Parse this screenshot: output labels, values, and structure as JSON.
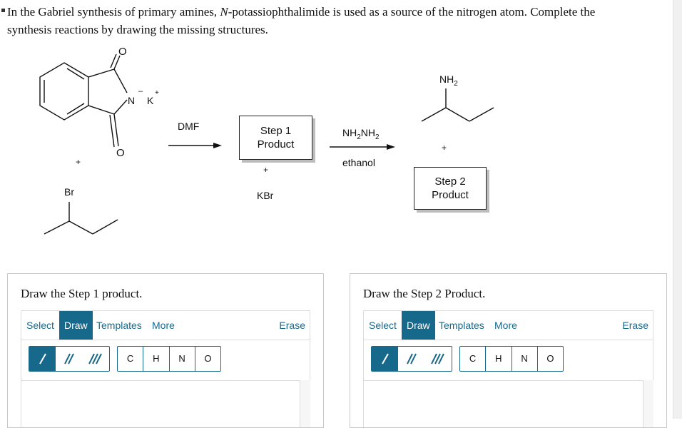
{
  "question": {
    "line1_pre": "In the Gabriel synthesis of primary amines, ",
    "line1_em": "N",
    "line1_post": "-potassiophthalimide is used as a source of the nitrogen atom. Complete the",
    "line2": "synthesis reactions by drawing the missing structures."
  },
  "scheme": {
    "phthalimide": {
      "o_top": "O",
      "o_bottom": "O",
      "n": "N",
      "minus": "–",
      "k": "K",
      "plus": "+"
    },
    "plus1": "+",
    "br": "Br",
    "reagent1": "DMF",
    "step1_line1": "Step 1",
    "step1_line2": "Product",
    "plus2": "+",
    "kbr": "KBr",
    "reagent2_main": "NH",
    "reagent2_sub1": "2",
    "reagent2_mid": "NH",
    "reagent2_sub2": "2",
    "reagent2_solvent": "ethanol",
    "amine_nh": "NH",
    "amine_sub": "2",
    "plus3": "+",
    "step2_line1": "Step 2",
    "step2_line2": "Product"
  },
  "panels": [
    {
      "title": "Draw the Step 1 product.",
      "tabs": [
        "Select",
        "Draw",
        "Templates",
        "More"
      ],
      "active_tab": "Draw",
      "erase": "Erase",
      "atoms": [
        "C",
        "H",
        "N",
        "O"
      ]
    },
    {
      "title": "Draw the Step 2 Product.",
      "tabs": [
        "Select",
        "Draw",
        "Templates",
        "More"
      ],
      "active_tab": "Draw",
      "erase": "Erase",
      "atoms": [
        "C",
        "H",
        "N",
        "O"
      ]
    }
  ],
  "colors": {
    "accent": "#17698c"
  },
  "icons": {
    "single_bond": "single-bond-icon",
    "double_bond": "double-bond-icon",
    "triple_bond": "triple-bond-icon"
  }
}
